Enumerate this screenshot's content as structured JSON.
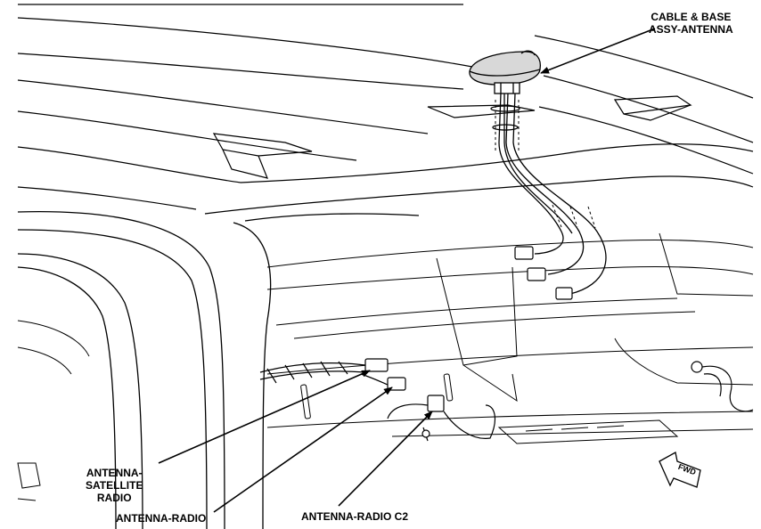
{
  "callouts": {
    "cable_base": {
      "line1": "CABLE & BASE",
      "line2": "ASSY-ANTENNA"
    },
    "antenna_satellite": {
      "line1": "ANTENNA-",
      "line2": "SATELLITE",
      "line3": "RADIO"
    },
    "antenna_radio": {
      "line1": "ANTENNA-RADIO"
    },
    "antenna_radio_c2": {
      "line1": "ANTENNA-RADIO C2"
    }
  },
  "direction_marker": {
    "text": "FWD"
  },
  "colors": {
    "ink": "#000000",
    "paper": "#ffffff",
    "shade": "#d8d8d8"
  }
}
